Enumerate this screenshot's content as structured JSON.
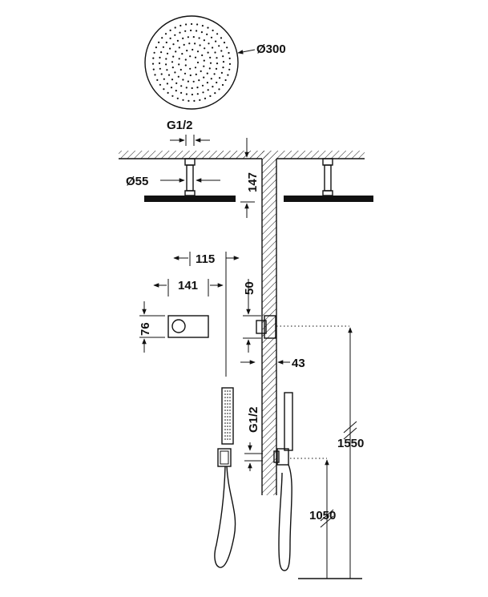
{
  "dimensions": {
    "shower_head_diameter": "Ø300",
    "inlet_thread_top": "G1/2",
    "arm_diameter": "Ø55",
    "arm_length": "147",
    "plate_depth": "115",
    "plate_width": "141",
    "plate_height": "76",
    "valve_spacing": "50",
    "wall_projection": "43",
    "inlet_thread_side": "G1/2",
    "valve_height": "1550",
    "outlet_height": "1050"
  },
  "colors": {
    "line": "#111111",
    "background": "#ffffff"
  }
}
